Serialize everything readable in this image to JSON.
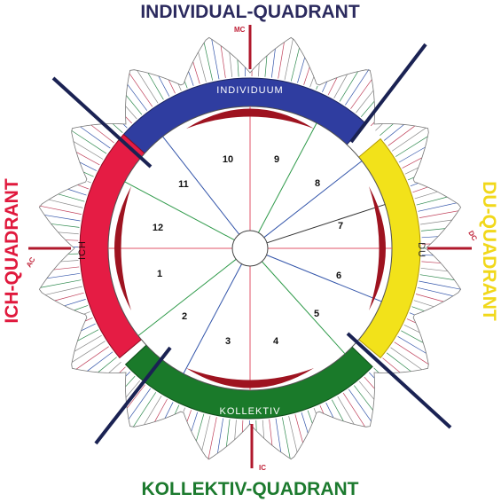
{
  "quadrants": {
    "top": {
      "label": "INDIVIDUAL-QUADRANT",
      "color": "#2b2a5e"
    },
    "left": {
      "label": "ICH-QUADRANT",
      "color": "#e0193d"
    },
    "right": {
      "label": "DU-QUADRANT",
      "color": "#f1d81a"
    },
    "bottom": {
      "label": "KOLLEKTIV-QUADRANT",
      "color": "#1c7a2e"
    }
  },
  "bands": {
    "top": {
      "label": "INDIVIDUUM",
      "color": "#2f3da0"
    },
    "left": {
      "label": "ICH",
      "color": "#e51c44"
    },
    "right": {
      "label": "DU",
      "color": "#f2e21a"
    },
    "bottom": {
      "label": "KOLLEKTIV",
      "color": "#1a7a2a"
    }
  },
  "angles": {
    "mc": "MC",
    "ic": "IC",
    "ac": "AC",
    "dc": "DC"
  },
  "houses": [
    "1",
    "2",
    "3",
    "4",
    "5",
    "6",
    "7",
    "8",
    "9",
    "10",
    "11",
    "12"
  ]
}
